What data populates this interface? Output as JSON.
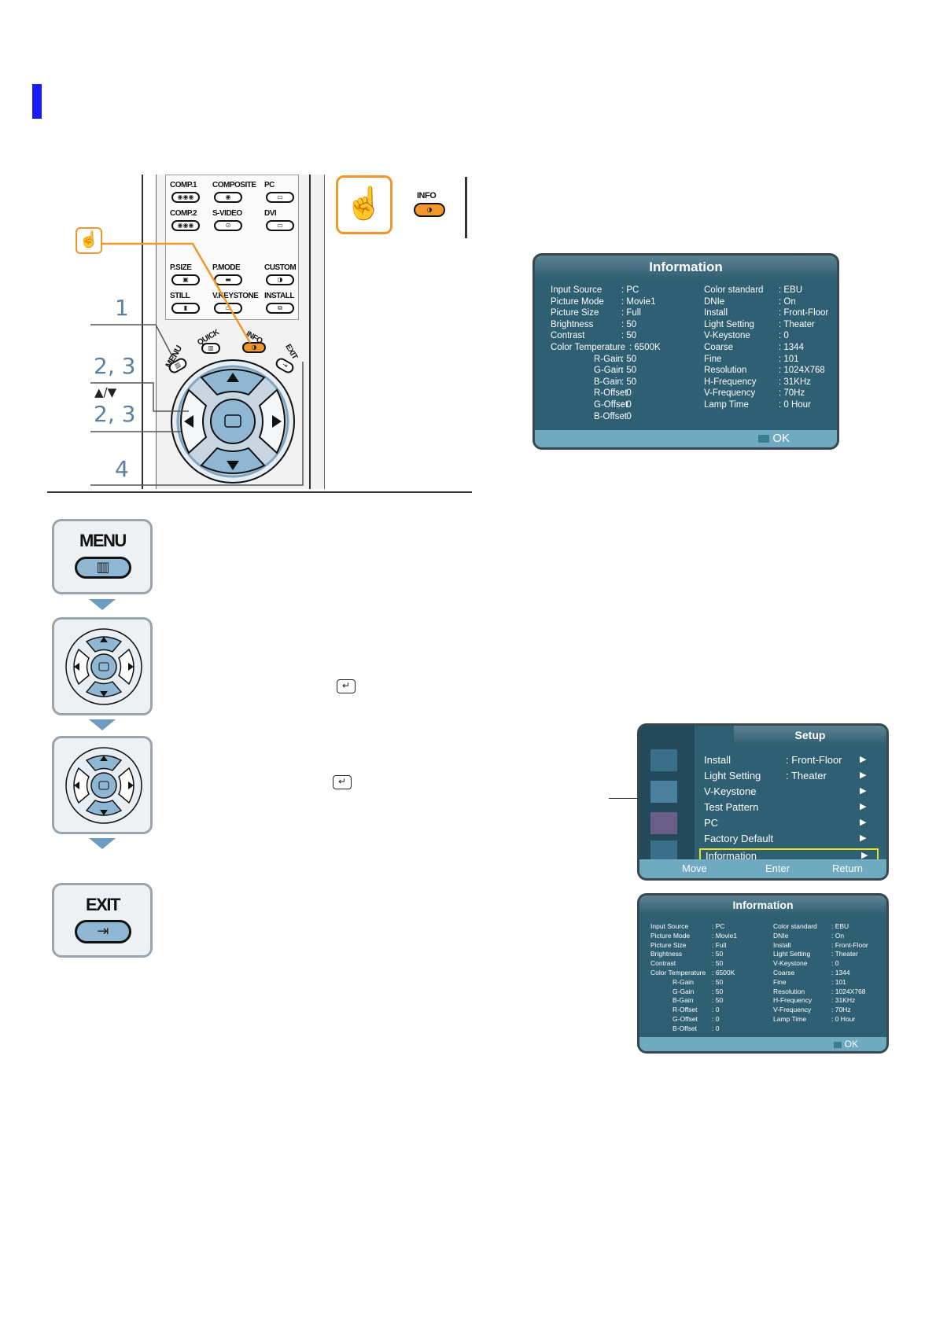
{
  "remote": {
    "buttons": [
      {
        "label": "COMP.1",
        "glyph": "◉◉◉"
      },
      {
        "label": "COMPOSITE",
        "glyph": "◉"
      },
      {
        "label": "PC",
        "glyph": "▭"
      },
      {
        "label": "COMP.2",
        "glyph": "◉◉◉"
      },
      {
        "label": "S-VIDEO",
        "glyph": "⊙"
      },
      {
        "label": "DVI",
        "glyph": "▭"
      },
      {
        "label": "P.SIZE",
        "glyph": "▣"
      },
      {
        "label": "P.MODE",
        "glyph": "▬"
      },
      {
        "label": "CUSTOM",
        "glyph": "◑"
      },
      {
        "label": "STILL",
        "glyph": "▮"
      },
      {
        "label": "V.KEYSTONE",
        "glyph": "⏢"
      },
      {
        "label": "INSTALL",
        "glyph": "⧉"
      }
    ],
    "menu_label": "MENU",
    "quick_label": "QUICK",
    "info_label": "INFO",
    "exit_label": "EXIT",
    "step_labels": [
      "1",
      "2, 3",
      "▲/▼",
      "2, 3",
      "4"
    ]
  },
  "info_callout": {
    "label": "INFO"
  },
  "step_icons": {
    "menu_label": "MENU",
    "exit_label": "EXIT",
    "enter_glyph": "↵"
  },
  "info_large": {
    "title": "Information",
    "left": [
      {
        "k": "Input Source",
        "v": ": PC"
      },
      {
        "k": "Picture Mode",
        "v": ": Movie1"
      },
      {
        "k": "Picture Size",
        "v": ": Full"
      },
      {
        "k": "Brightness",
        "v": ": 50"
      },
      {
        "k": "Contrast",
        "v": ": 50"
      },
      {
        "k": "Color Temperature",
        "v": ": 6500K"
      },
      {
        "k": "R-Gain",
        "v": ": 50"
      },
      {
        "k": "G-Gain",
        "v": ": 50"
      },
      {
        "k": "B-Gain",
        "v": ": 50"
      },
      {
        "k": "R-Offset",
        "v": ": 0"
      },
      {
        "k": "G-Offset",
        "v": ": 0"
      },
      {
        "k": "B-Offset",
        "v": ": 0"
      }
    ],
    "right": [
      {
        "k": "Color standard",
        "v": ": EBU"
      },
      {
        "k": "DNIe",
        "v": ": On"
      },
      {
        "k": "Install",
        "v": ": Front-Floor"
      },
      {
        "k": "Light Setting",
        "v": ": Theater"
      },
      {
        "k": "V-Keystone",
        "v": ": 0"
      },
      {
        "k": "Coarse",
        "v": ": 1344"
      },
      {
        "k": "Fine",
        "v": ": 101"
      },
      {
        "k": "Resolution",
        "v": ": 1024X768"
      },
      {
        "k": "H-Frequency",
        "v": ": 31KHz"
      },
      {
        "k": "V-Frequency",
        "v": ": 70Hz"
      },
      {
        "k": "Lamp Time",
        "v": ": 0 Hour"
      }
    ],
    "ok_label": "OK"
  },
  "setup": {
    "title": "Setup",
    "items": [
      {
        "label": "Install",
        "value": ": Front-Floor"
      },
      {
        "label": "Light Setting",
        "value": ": Theater"
      },
      {
        "label": "V-Keystone",
        "value": ""
      },
      {
        "label": "Test Pattern",
        "value": ""
      },
      {
        "label": "PC",
        "value": ""
      },
      {
        "label": "Factory Default",
        "value": ""
      },
      {
        "label": "Information",
        "value": ""
      }
    ],
    "selected_index": 6,
    "footer": [
      "Move",
      "Enter",
      "Return"
    ]
  },
  "colors": {
    "accent_blue": "#1a1aff",
    "osd_bg": "#2f5f72",
    "highlight": "#e8e020",
    "callout_orange": "#f2962e"
  }
}
